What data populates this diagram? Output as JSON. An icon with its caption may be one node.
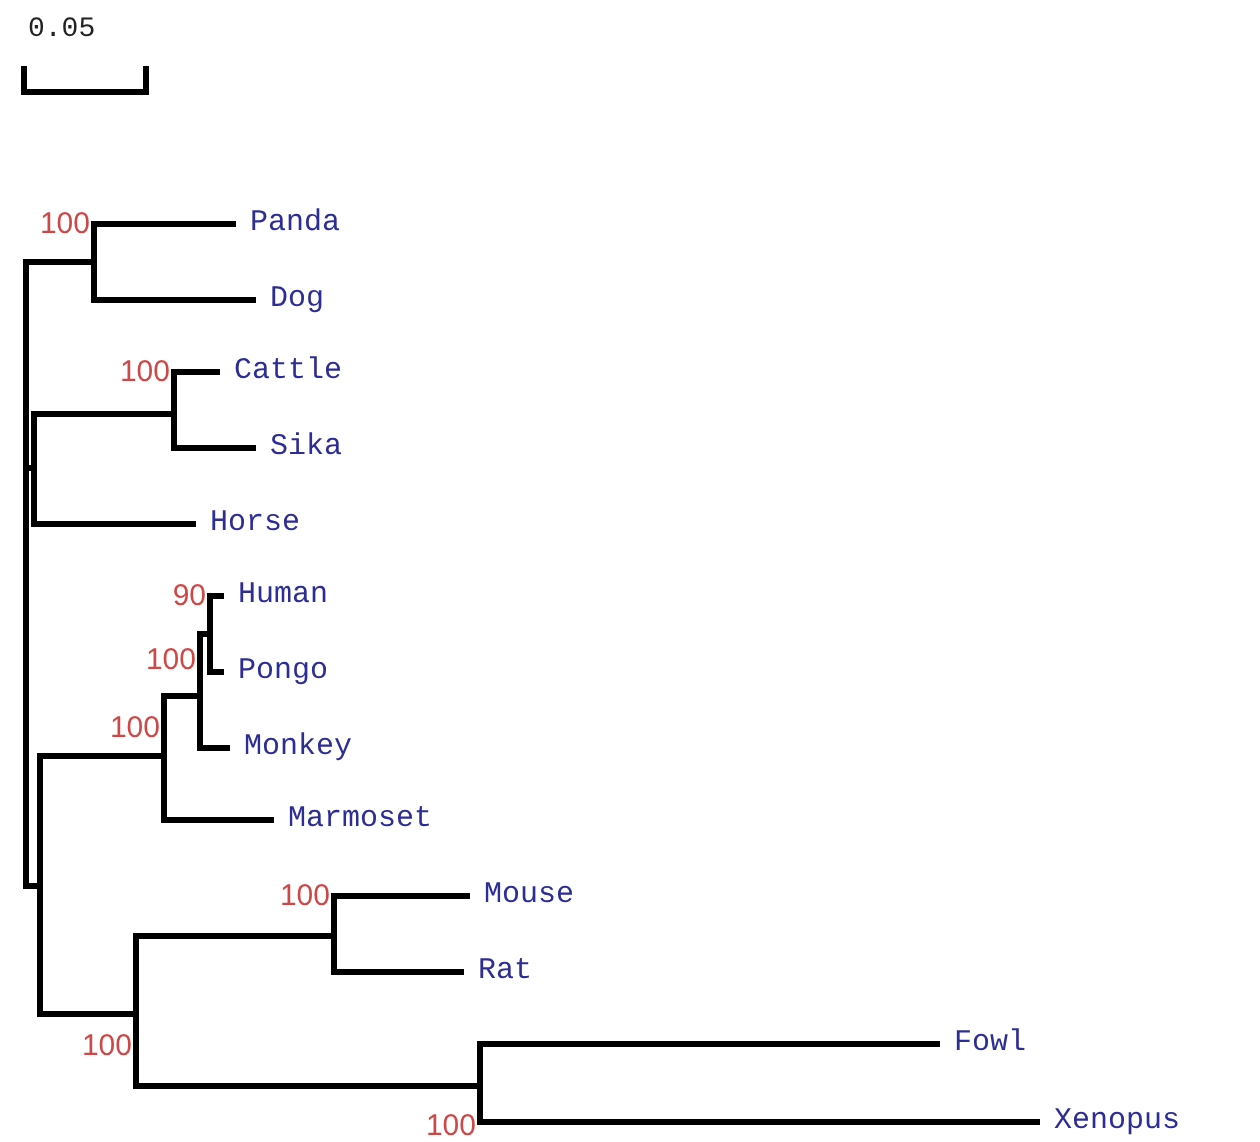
{
  "diagram": {
    "nodes": [
      {
        "text": [
          "100"
        ]
      },
      {
        "text": [
          "Panda"
        ]
      },
      {
        "text": [
          "Dog"
        ]
      },
      {
        "text": [
          "100"
        ]
      },
      {
        "text": [
          "Cattle"
        ]
      },
      {
        "text": [
          "Sika"
        ]
      },
      {
        "text": [
          "Horse"
        ]
      },
      {
        "text": [
          "90"
        ]
      },
      {
        "text": [
          "Human"
        ]
      },
      {
        "text": [
          "100"
        ]
      },
      {
        "text": [
          "Pongo"
        ]
      },
      {
        "text": [
          "100"
        ]
      },
      {
        "text": [
          "Monkey"
        ]
      },
      {
        "text": [
          "Marmoset"
        ]
      },
      {
        "text": [
          "100"
        ]
      },
      {
        "text": [
          "Mouse"
        ]
      },
      {
        "text": [
          "Rat"
        ]
      },
      {
        "text": [
          "100"
        ]
      },
      {
        "text": [
          "Fowl"
        ]
      },
      {
        "text": [
          "100"
        ]
      },
      {
        "text": [
          "Xenopus"
        ]
      }
    ],
    "edges": [
      {
        "from": null,
        "to": 0,
        "arrow": "none"
      },
      {
        "from": null,
        "to": 3,
        "arrow": "none"
      },
      {
        "from": null,
        "to": 6,
        "arrow": "none"
      },
      {
        "from": null,
        "to": 11,
        "arrow": "none"
      },
      {
        "from": null,
        "to": 17,
        "arrow": "none"
      },
      {
        "from": 0,
        "to": 1,
        "arrow": "none"
      },
      {
        "from": 0,
        "to": 2,
        "arrow": "none"
      },
      {
        "from": 3,
        "to": 4,
        "arrow": "none"
      },
      {
        "from": 3,
        "to": 5,
        "arrow": "none"
      },
      {
        "from": 11,
        "to": 9,
        "arrow": "none"
      },
      {
        "from": 11,
        "to": 13,
        "arrow": "none"
      },
      {
        "from": 9,
        "to": 7,
        "arrow": "none"
      },
      {
        "from": 9,
        "to": 12,
        "arrow": "none"
      },
      {
        "from": 7,
        "to": 8,
        "arrow": "none"
      },
      {
        "from": 7,
        "to": 10,
        "arrow": "none"
      },
      {
        "from": 17,
        "to": 14,
        "arrow": "none"
      },
      {
        "from": 17,
        "to": 19,
        "arrow": "none"
      },
      {
        "from": 14,
        "to": 15,
        "arrow": "none"
      },
      {
        "from": 14,
        "to": 16,
        "arrow": "none"
      },
      {
        "from": 19,
        "to": 18,
        "arrow": "none"
      },
      {
        "from": 19,
        "to": 20,
        "arrow": "none"
      }
    ],
    "labels": [
      "0.05"
    ]
  }
}
